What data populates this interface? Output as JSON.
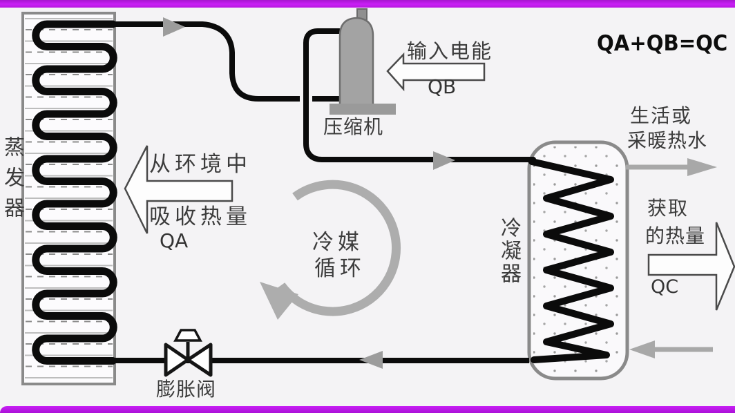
{
  "diagram": {
    "equation": "QA+QB=QC",
    "components": {
      "evaporator": "蒸发器",
      "compressor": "压缩机",
      "condenser": "冷凝器",
      "expansion_valve": "膨胀阀"
    },
    "labels": {
      "input_energy": "输入电能",
      "input_energy_symbol": "QB",
      "absorb_line1": "从环境中",
      "absorb_line2": "吸收热量",
      "absorb_symbol": "QA",
      "cycle_line1": "冷媒",
      "cycle_line2": "循环",
      "hot_water_line1": "生活或",
      "hot_water_line2": "采暖热水",
      "gained_heat_line1": "获取",
      "gained_heat_line2": "的热量",
      "gained_heat_symbol": "QC"
    },
    "colors": {
      "border_bar": "#c21cef",
      "pipe": "#0b0b0b",
      "gray_arrow": "#9c9c9c",
      "hollow_arrow_outline": "#4a4a4a",
      "vessel_outline": "#8a8a8a",
      "background": "#f4f3f5"
    }
  }
}
